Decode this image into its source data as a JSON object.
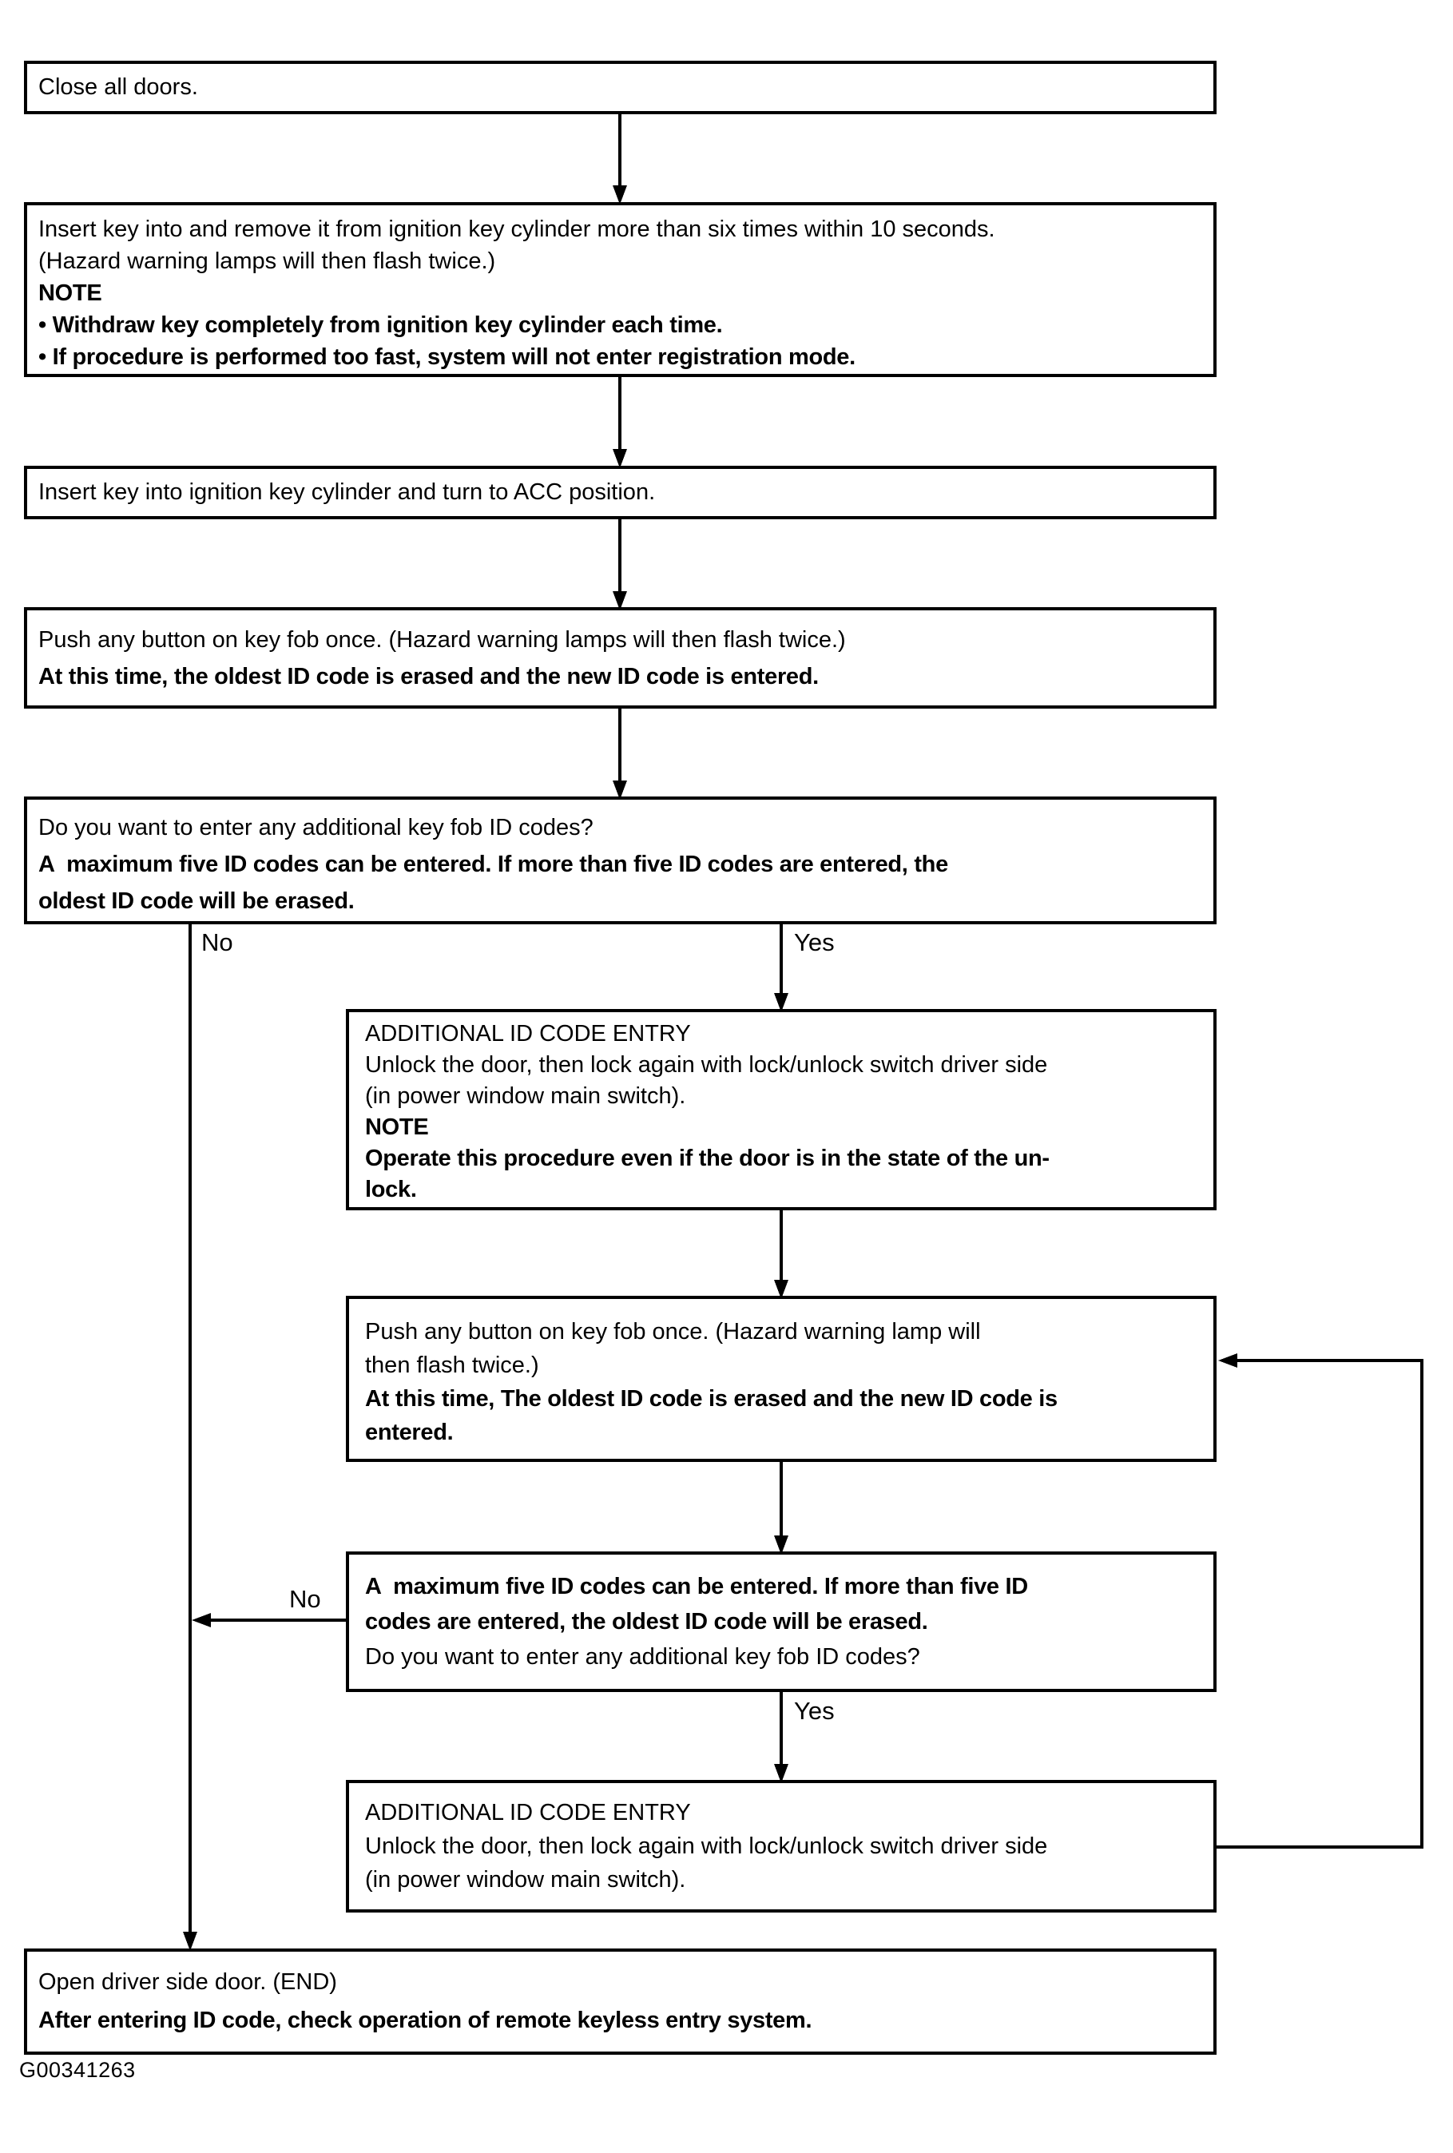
{
  "figure_code": "G00341263",
  "connector_labels": {
    "branch1_no": "No",
    "branch1_yes": "Yes",
    "branch2_no": "No",
    "branch2_yes": "Yes"
  },
  "boxes": {
    "step1": {
      "lines": [
        {
          "style": "regular",
          "text": "Close all doors."
        }
      ]
    },
    "step2": {
      "lines": [
        {
          "style": "regular",
          "text": "Insert key into and remove it from ignition key cylinder more than six times within 10 seconds."
        },
        {
          "style": "regular",
          "text": "(Hazard warning lamps will then flash twice.)"
        },
        {
          "style": "bold",
          "text": "NOTE"
        },
        {
          "style": "bold",
          "text": "• Withdraw key completely from ignition key cylinder each time."
        },
        {
          "style": "bold",
          "text": "• If procedure is performed too fast, system will not enter registration mode."
        }
      ]
    },
    "step3": {
      "lines": [
        {
          "style": "regular",
          "text": "Insert key into ignition key cylinder and turn to ACC position."
        }
      ]
    },
    "step4": {
      "lines": [
        {
          "style": "regular",
          "text": "Push any button on key fob once. (Hazard warning lamps will then flash twice.)"
        },
        {
          "style": "bold",
          "text": "At this time, the oldest ID code is erased and the new ID code is entered."
        }
      ]
    },
    "decision1": {
      "lines": [
        {
          "style": "regular",
          "text": "Do you want to enter any additional key fob ID codes?"
        },
        {
          "style": "bold",
          "text": "A  maximum five ID codes can be entered. If more than five ID codes are entered, the"
        },
        {
          "style": "bold",
          "text": "oldest ID code will be erased."
        }
      ]
    },
    "additional1": {
      "lines": [
        {
          "style": "regular",
          "text": "ADDITIONAL ID CODE ENTRY"
        },
        {
          "style": "regular",
          "text": "Unlock the door, then lock again with lock/unlock switch driver side"
        },
        {
          "style": "regular",
          "text": "(in power window main switch)."
        },
        {
          "style": "bold",
          "text": "NOTE"
        },
        {
          "style": "bold",
          "text": "Operate this procedure even if the door is in the state of the un-"
        },
        {
          "style": "bold",
          "text": "lock."
        }
      ]
    },
    "step5": {
      "lines": [
        {
          "style": "regular",
          "text": "Push any button on key fob once. (Hazard warning lamp will"
        },
        {
          "style": "regular",
          "text": "then flash twice.)"
        },
        {
          "style": "bold",
          "text": "At this time, The oldest ID code is erased and the new ID code is"
        },
        {
          "style": "bold",
          "text": "entered."
        }
      ]
    },
    "decision2": {
      "lines": [
        {
          "style": "bold",
          "text": "A  maximum five ID codes can be entered. If more than five ID"
        },
        {
          "style": "bold",
          "text": "codes are entered, the oldest ID code will be erased."
        },
        {
          "style": "regular",
          "text": "Do you want to enter any additional key fob ID codes?"
        }
      ]
    },
    "additional2": {
      "lines": [
        {
          "style": "regular",
          "text": "ADDITIONAL ID CODE ENTRY"
        },
        {
          "style": "regular",
          "text": "Unlock the door, then lock again with lock/unlock switch driver side"
        },
        {
          "style": "regular",
          "text": "(in power window main switch)."
        }
      ]
    },
    "end": {
      "lines": [
        {
          "style": "regular",
          "text": "Open driver side door. (END)"
        },
        {
          "style": "bold",
          "text": "After entering ID code, check operation of remote keyless entry system."
        }
      ]
    }
  }
}
